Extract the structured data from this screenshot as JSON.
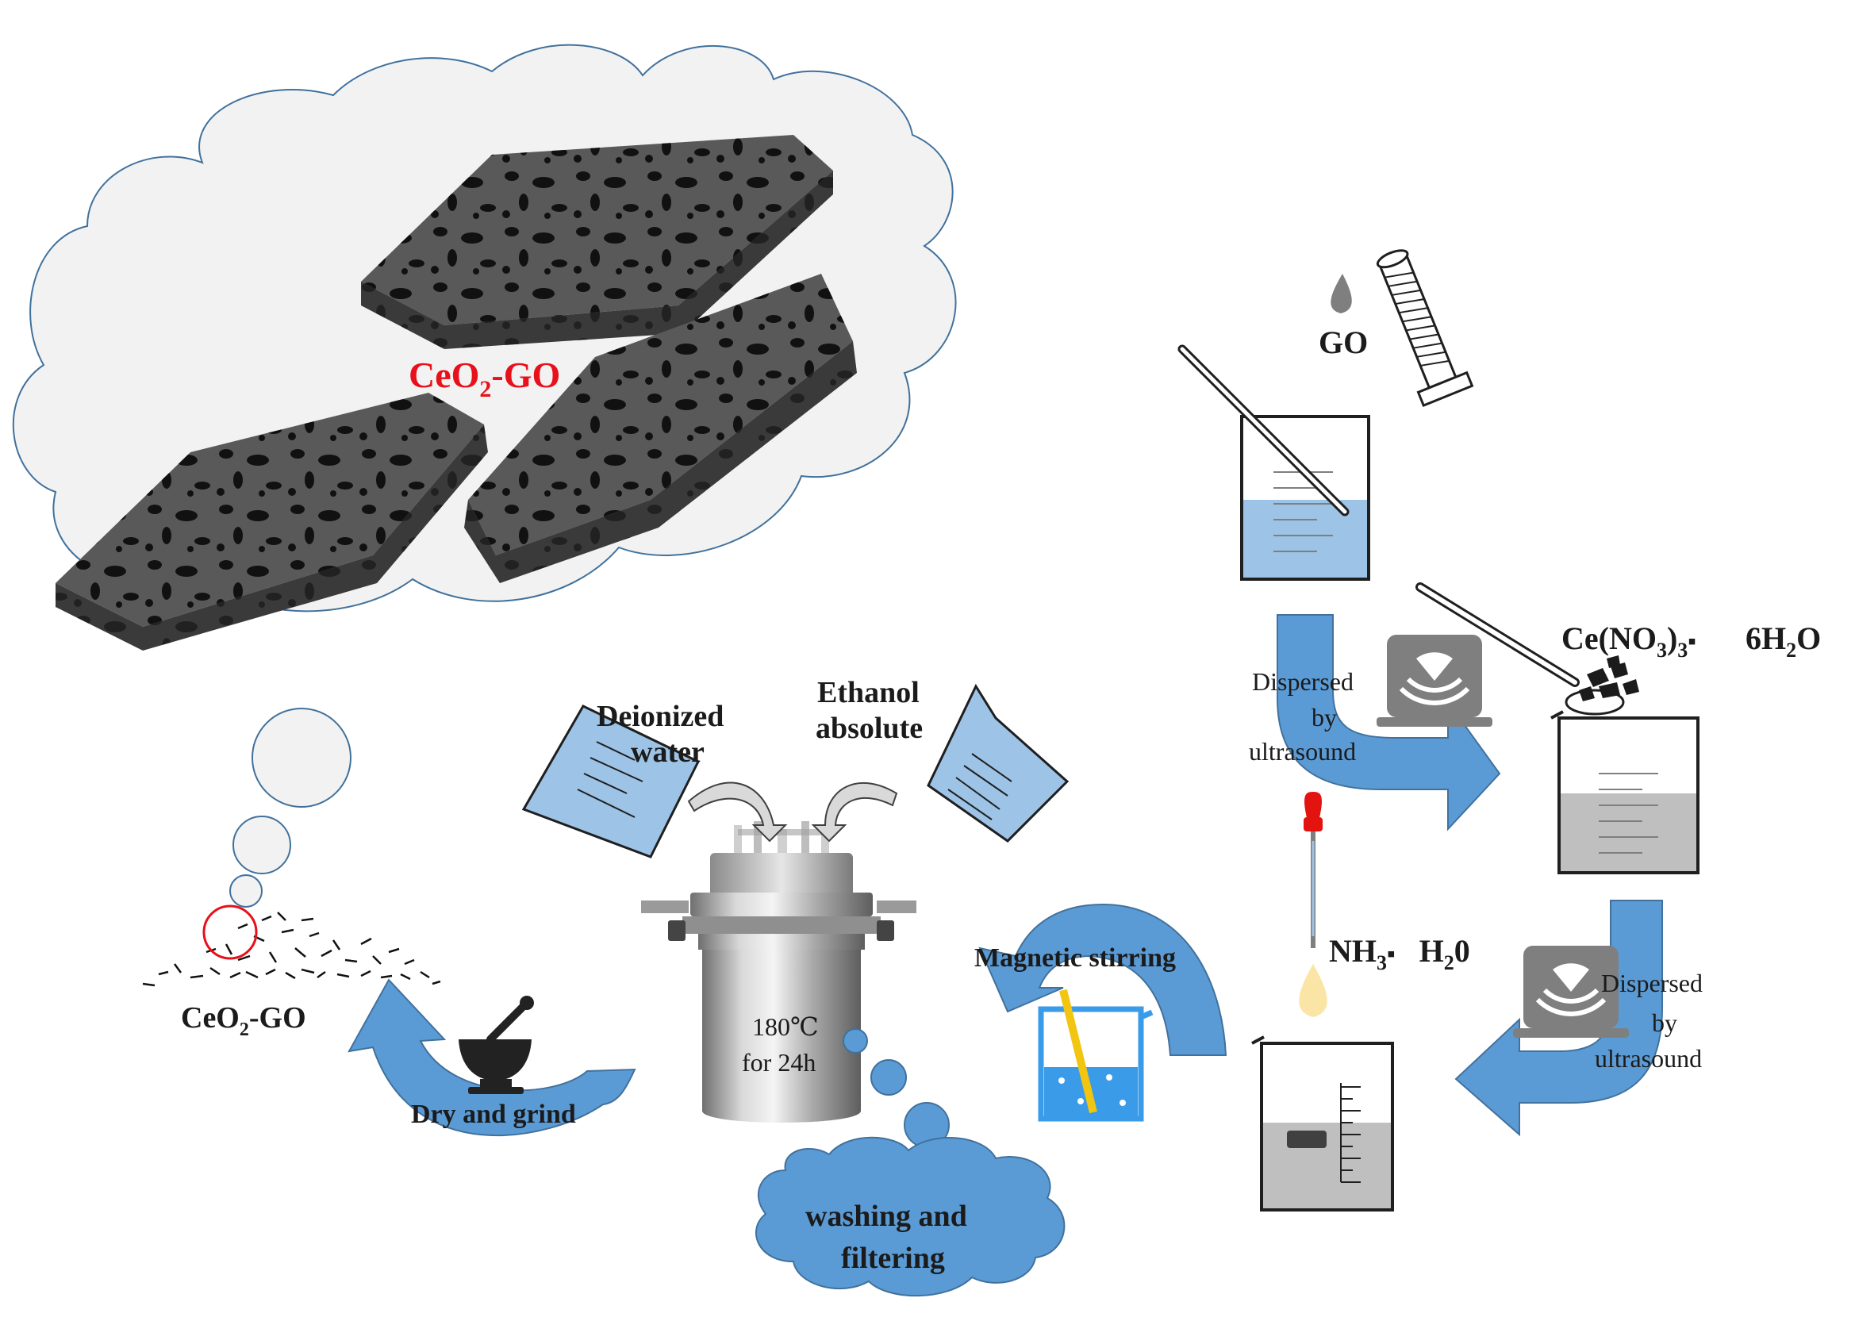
{
  "labels": {
    "composite_title_main": "CeO",
    "composite_title_sub": "2",
    "composite_title_rest": "-GO",
    "product_main": "CeO",
    "product_sub": "2",
    "product_rest": "-GO",
    "go": "GO",
    "cerium_salt_a": "Ce(NO",
    "cerium_salt_sub3": "3",
    "cerium_salt_b": ")",
    "cerium_salt_sub3b": "3",
    "cerium_salt_dot": "▪",
    "cerium_salt_hydrate_a": "6H",
    "cerium_salt_hydrate_sub": "2",
    "cerium_salt_hydrate_b": "O",
    "ammonia_a": "NH",
    "ammonia_sub": "3",
    "ammonia_dot": "▪",
    "ammonia_b": "H",
    "ammonia_sub2": "2",
    "ammonia_c": "0",
    "dispersed_1_line1": "Dispersed",
    "dispersed_1_line2": "by",
    "dispersed_1_line3": "ultrasound",
    "dispersed_2_line1": "Dispersed",
    "dispersed_2_line2": "by",
    "dispersed_2_line3": "ultrasound",
    "magnetic_stirring": "Magnetic stirring",
    "deionized_line1": "Deionized",
    "deionized_line2": "water",
    "ethanol_line1": "Ethanol",
    "ethanol_line2": "absolute",
    "autoclave_temp": "180℃",
    "autoclave_time": "for 24h",
    "washing_line1": "washing and",
    "washing_line2": "filtering",
    "dry_grind": "Dry and grind"
  },
  "colors": {
    "arrow_blue": "#5b9bd5",
    "arrow_stroke": "#41719c",
    "beaker_liquid_blue": "#9dc3e6",
    "beaker_liquid_grey": "#bfbfbf",
    "cloud_fill": "#f2f2f2",
    "highlight_red": "#e8101a",
    "sheet_grey": "#7f7f7f"
  }
}
